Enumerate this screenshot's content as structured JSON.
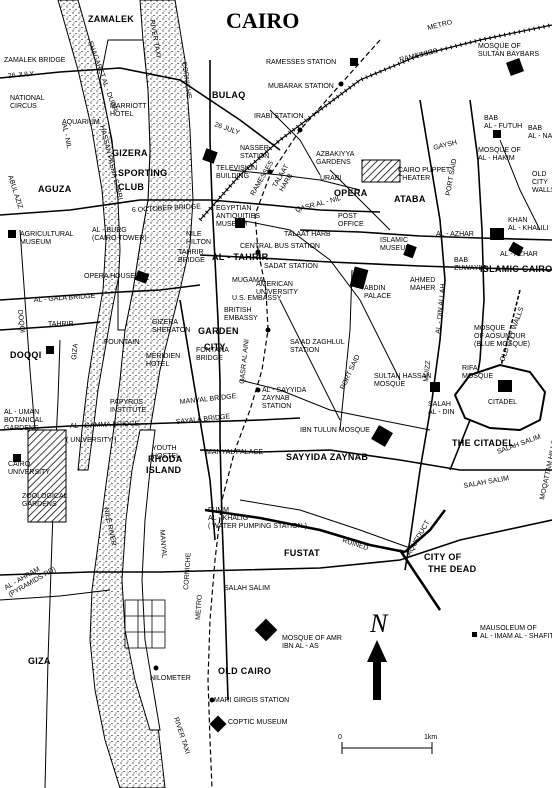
{
  "title": "CAIRO",
  "districts": {
    "zamalek": "ZAMALEK",
    "bulaq": "BULAQ",
    "aguza": "AGUZA",
    "gizera": "GIZERA",
    "sporting_club": "SPORTING\nCLUB",
    "doqqi": "DOQQI",
    "garden_city": "GARDEN\nCITY",
    "rhoda_island": "RHODA\nISLAND",
    "sayyida_zaynab": "SAYYIDA ZAYNAB",
    "fustat": "FUSTAT",
    "city_of_the_dead": "CITY OF\nTHE DEAD",
    "giza": "GIZA",
    "old_cairo": "OLD CAIRO",
    "islamic_cairo": "ISLAMIC CAIRO",
    "the_citadel": "THE CITADEL",
    "ataba": "ATABA",
    "opera": "OPERA",
    "al_tahrir": "AL - TAHRIR"
  },
  "labels": {
    "zamalek_bridge": "ZAMALEK BRIDGE",
    "july_26_w": "26 JULY",
    "national_circus": "NATIONAL\nCIRCUS",
    "aquarium": "AQUARIUM",
    "marriott": "MARRIOTT\nHOTEL",
    "shagaret": "SHAGARET AL - DURR",
    "hassan_pasha": "HASSAN PASHA SABRI",
    "river_taxi_n": "RIVER TAXI",
    "corniche_n": "CORNICHE",
    "ramesses_station": "RAMESSES STATION",
    "mubarak": "MUBARAK STATION",
    "ramesses_st": "RAMESSES",
    "metro": "METRO",
    "irabi": "IRABI STATION",
    "july_26_e": "26 JULY",
    "nasser": "NASSER\nSTATION",
    "tv_building": "TELEVISION\nBUILDING",
    "azbakiyya": "AZBAKIYYA\nGARDENS",
    "puppet": "CAIRO PUPPET\nTHEATER",
    "urabi": "URABI",
    "ramesses_v": "RAMESSES",
    "talaat": "TALAAT\nHARB",
    "egyptian_museum": "EGYPTIAN\nANTIQUITIES\nMUSEUM",
    "qasr_al_nil": "QASR AL - NIL",
    "post_office": "POST\nOFFICE",
    "talaat_harb": "TALAAT HARB",
    "islamic_museum": "ISLAMIC\nMUSEUM",
    "oct6": "6 OCTOBER BRIDGE",
    "abul_aziz": "ABUL AZIZ",
    "agri_museum": "AGRICULTURAL\nMUSEUM",
    "burg": "AL - BURG\n(CAIRO TOWER)",
    "nile_hilton": "NILE\nHILTON",
    "central_bus": "CENTRAL BUS STATION",
    "tahrir_bridge": "TAHRIR\nBRIDGE",
    "mugama": "MUGAMA",
    "sadat": "SADAT STATION",
    "american_univ": "AMERICAN\nUNIVERSITY",
    "abdin": "ABDIN\nPALACE",
    "opera_house": "OPERA HOUSE",
    "us_embassy": "U.S. EMBASSY",
    "british_embassy": "BRITISH\nEMBASSY",
    "gala_bridge": "AL - GALA BRIDGE",
    "tahrir_w": "TAHRIR",
    "gizera_sheraton": "GIZERA\nSHERATON",
    "saad_zaghlul": "SA'AD ZAGHLUL\nSTATION",
    "port_said_c": "PORT SAID",
    "port_said_ne": "PORT SAID",
    "fountain": "FOUNTAIN",
    "meridien": "MERIDIEN\nHOTEL",
    "fontana": "FONTANA\nBRIDGE",
    "qasr_al_aini": "QASR AL AINI",
    "al_sayyida": "AL - SAYYIDA\nZAYNAB\nSTATION",
    "papyrus": "PAPYRUS\nINSTITUTE",
    "manyal_bridge": "MANYAL BRIDGE",
    "sayala": "SAYALA BRIDGE",
    "ibn_tulun": "IBN TULUN MOSQUE",
    "al_uman": "AL - UMAN\nBOTANICAL\nGARDENS",
    "gamma_bridge": "AL - GAMMA BRIDGE",
    "university_l": "( UNIVERSITY )",
    "youth_hostel": "YOUTH\nHOSTEL",
    "manyal_palace": "MANYAL PALACE",
    "cairo_university": "CAIRO\nUNIVERSITY",
    "zoological": "ZOOLOGICAL\nGARDENS",
    "giza_st": "GIZA",
    "doqqi_st": "DOQQI",
    "al_nil": "AL - NIL",
    "nile_river": "NILE RIVER",
    "manyal": "MANYAL",
    "fumm": "FUMM\nAL - KHALIG\n( WATER PUMPING STATION )",
    "ruined": "RUINED",
    "aqueduct": "AQUEDUCT",
    "salah_salim_w": "SALAH SALIM",
    "salah_salim_e": "SALAH SALIM",
    "pyramids_rd": "AL - AHRAM\n(PYRAMIDS RD)",
    "corniche_s": "CORNICHE",
    "metro_s": "METRO",
    "amr": "MOSQUE OF AMR\nIBN AL - AS",
    "nilometer": "NILOMETER",
    "river_taxi_s": "RIVER TAXI",
    "mari_girgis": "MARI GIRGIS STATION",
    "coptic": "COPTIC MUSEUM",
    "mausoleum": "MAUSOLEUM OF\nAL - IMAM  AL - SHAFITI",
    "baybars": "MOSQUE OF\nSULTAN BAYBARS",
    "bab_al_futuh": "BAB\nAL - FUTUH",
    "mosque_hakim": "MOSQUE OF\nAL - HAKIM",
    "bab_al_nasr": "BAB\nAL - NASR",
    "gaysh": "GAYSH",
    "old_city_walls_n": "OLD\nCITY\nWALLS",
    "khan": "KHAN\nAL - KHALILI",
    "al_azhar_rd": "AL - AZHAR",
    "al_azhar": "AL - AZHAR",
    "bab_zuwayla": "BAB\nZUWAYLA",
    "ahmed_maher": "AHMED\nMAHER",
    "al_din_allah": "AL - DIN ALLAH",
    "aosunqur": "MOSQUE\nOF AOSUNQUR\n(BLUE MOSQUE)",
    "old_city_walls_e": "OLD CITY WALLS",
    "sultan_hassan": "SULTAN HASSAN\nMOSQUE",
    "rifai": "RIFAI\nMOSQUE",
    "muizz": "MUIZZ",
    "salah_al_din": "SALAH\nAL - DIN",
    "citadel": "CITADEL",
    "moqattam": "MOQATTAM HILLS",
    "salah_salim_ne": "SALAH SALIM"
  },
  "north_arrow": {
    "letter": "N"
  },
  "scale": {
    "start": "0",
    "end": "1km"
  },
  "colors": {
    "ink": "#000000",
    "paper": "#ffffff",
    "river_fill": "#e9e9e9"
  }
}
